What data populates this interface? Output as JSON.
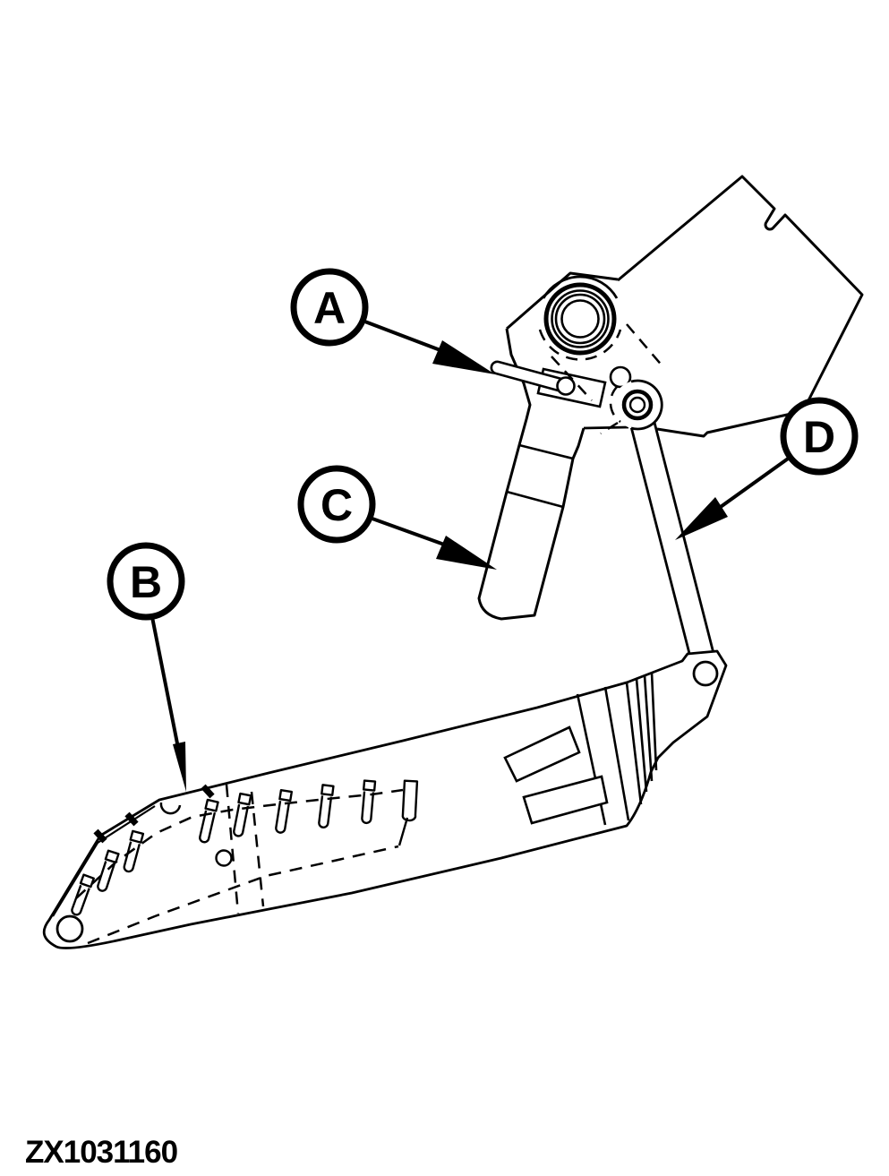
{
  "figure": {
    "code": "ZX1031160",
    "type": "technical-line-illustration",
    "subject": "pedal-assembly-callout-diagram",
    "background_color": "#ffffff",
    "ink_color": "#000000"
  },
  "callouts": [
    {
      "label": "A",
      "points_to": "retaining-pin"
    },
    {
      "label": "B",
      "points_to": "pedal-pad-edge"
    },
    {
      "label": "C",
      "points_to": "arm-boot"
    },
    {
      "label": "D",
      "points_to": "link-rod"
    }
  ]
}
